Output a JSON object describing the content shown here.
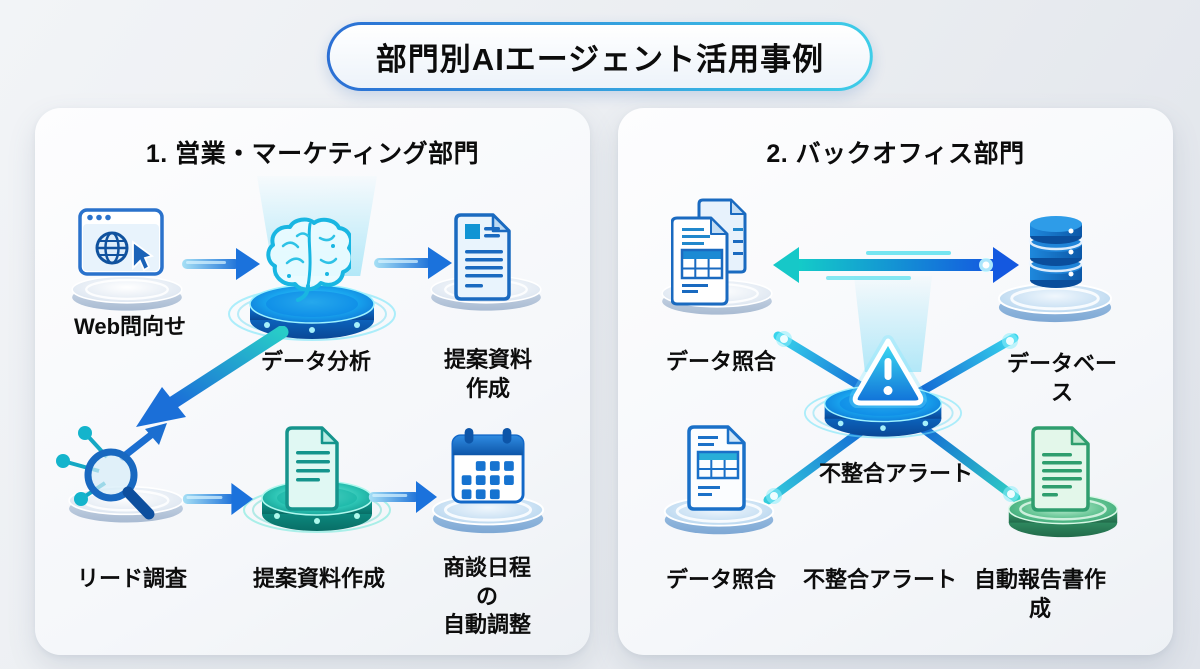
{
  "title": "部門別AIエージェント活用事例",
  "colors": {
    "accent_blue": "#1b6fd8",
    "accent_cyan": "#2cc8e8",
    "accent_teal": "#14a89c",
    "accent_green": "#3aac74",
    "text": "#0d0d0d",
    "page_background": "#e8ebef",
    "panel_background": "#f7f9fb"
  },
  "panels": [
    {
      "heading": "1. 営業・マーケティング部門",
      "nodes": [
        {
          "id": "web-inquiry",
          "label": "Web問向せ",
          "icon": "browser-globe-icon"
        },
        {
          "id": "data-analysis",
          "label": "データ分析",
          "icon": "ai-brain-icon"
        },
        {
          "id": "proposal-doc-1",
          "label": "提案資料作成",
          "icon": "document-icon"
        },
        {
          "id": "lead-research",
          "label": "リード調査",
          "icon": "magnifier-network-icon"
        },
        {
          "id": "proposal-doc-2",
          "label": "提案資料作成",
          "icon": "teal-document-icon"
        },
        {
          "id": "meeting-scheduling",
          "label": "商談日程の\n自動調整",
          "icon": "calendar-icon"
        }
      ],
      "connections": [
        {
          "from": "web-inquiry",
          "to": "data-analysis",
          "type": "arrow"
        },
        {
          "from": "data-analysis",
          "to": "proposal-doc-1",
          "type": "arrow"
        },
        {
          "from": "data-analysis",
          "to": "lead-research",
          "type": "arrow"
        },
        {
          "from": "lead-research",
          "to": "proposal-doc-2",
          "type": "arrow"
        },
        {
          "from": "proposal-doc-2",
          "to": "meeting-scheduling",
          "type": "arrow"
        }
      ]
    },
    {
      "heading": "2. バックオフィス部門",
      "nodes": [
        {
          "id": "data-matching-1",
          "label": "データ照合",
          "icon": "stacked-documents-icon"
        },
        {
          "id": "database",
          "label": "データベース",
          "icon": "database-icon"
        },
        {
          "id": "mismatch-alert",
          "label": "不整合アラート",
          "icon": "warning-triangle-icon"
        },
        {
          "id": "data-matching-2",
          "label": "データ照合",
          "icon": "table-document-icon"
        },
        {
          "id": "mismatch-alert-2",
          "label": "不整合アラート",
          "icon": null
        },
        {
          "id": "auto-report",
          "label": "自動報告書作成",
          "icon": "report-document-icon"
        }
      ],
      "connections": [
        {
          "from": "data-matching-1",
          "to": "database",
          "type": "double-arrow"
        },
        {
          "from": "mismatch-alert",
          "to": "data-matching-1",
          "type": "line"
        },
        {
          "from": "mismatch-alert",
          "to": "database",
          "type": "line"
        },
        {
          "from": "mismatch-alert",
          "to": "data-matching-2",
          "type": "line"
        },
        {
          "from": "mismatch-alert",
          "to": "auto-report",
          "type": "line"
        }
      ]
    }
  ]
}
